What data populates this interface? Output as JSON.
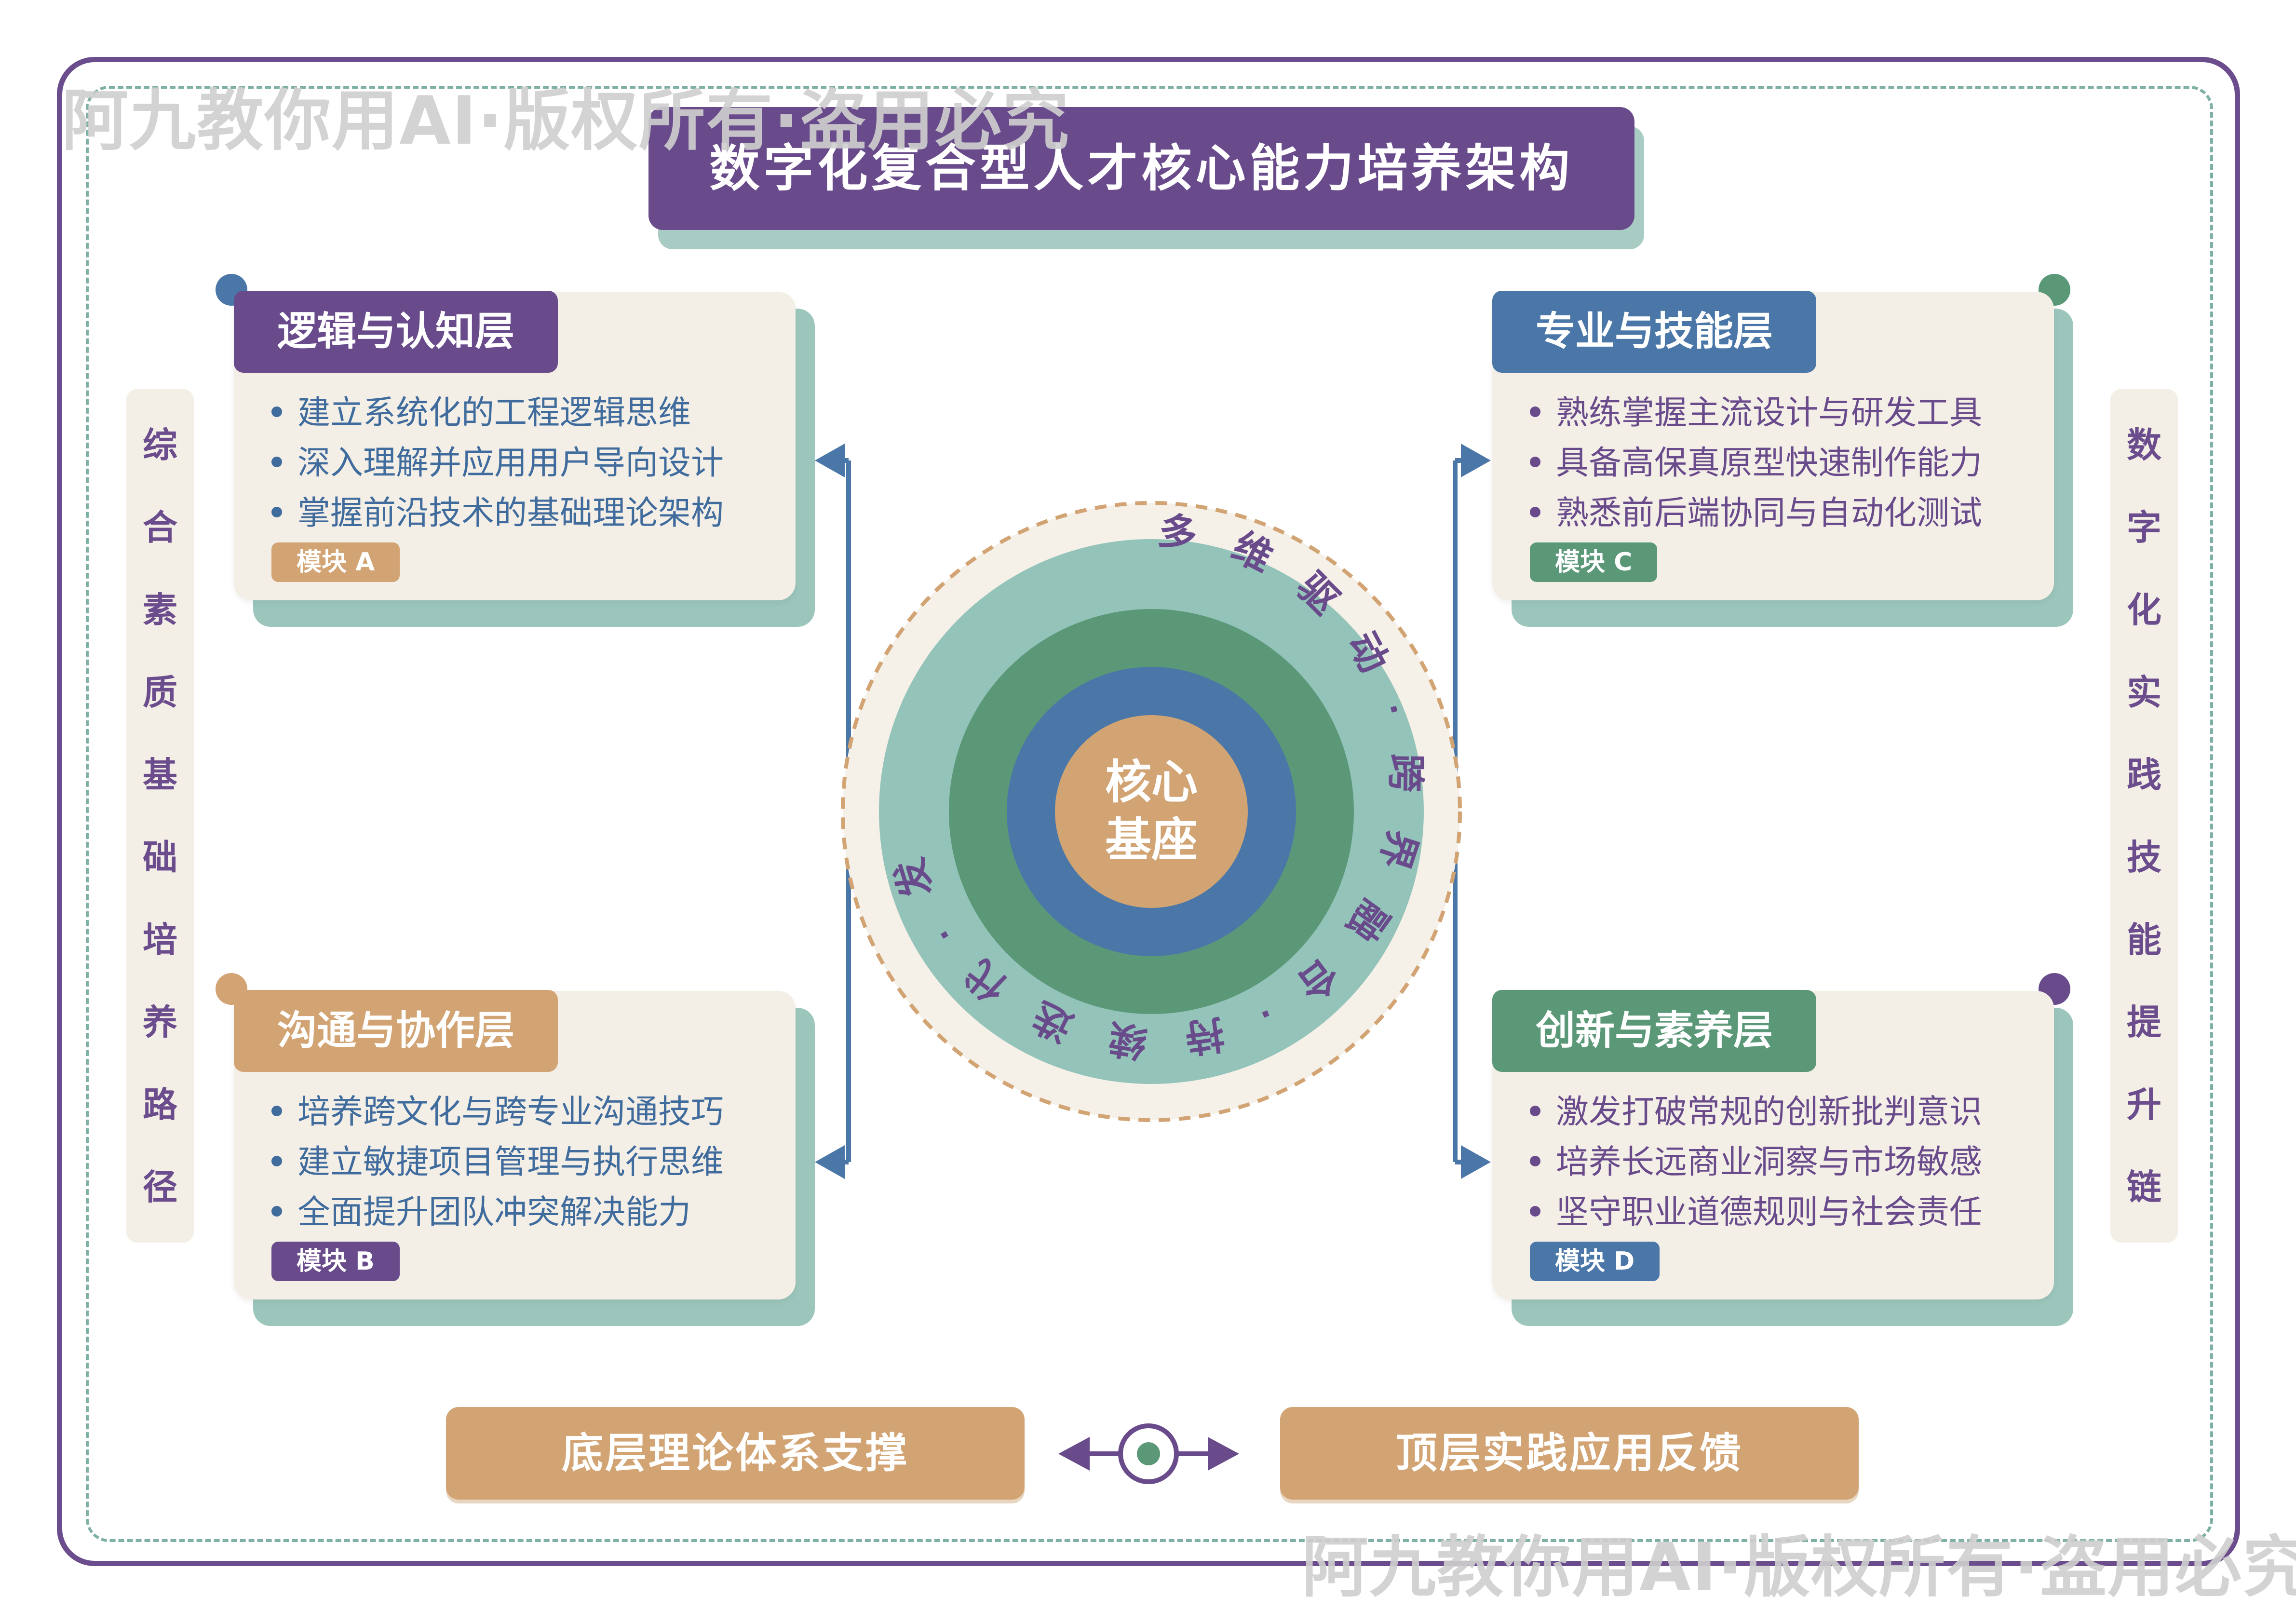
{
  "watermark": "阿九教你用AI·版权所有·盗用必究",
  "title": "数字化复合型人才核心能力培养架构",
  "left_banner": [
    "综",
    "合",
    "素",
    "质",
    "基",
    "础",
    "培",
    "养",
    "路",
    "径"
  ],
  "right_banner": [
    "数",
    "字",
    "化",
    "实",
    "践",
    "技",
    "能",
    "提",
    "升",
    "链"
  ],
  "cards": {
    "logic": {
      "title": "逻辑与认知层",
      "items": [
        "建立系统化的工程逻辑思维",
        "深入理解并应用用户导向设计",
        "掌握前沿技术的基础理论架构"
      ],
      "badge": "模块 A"
    },
    "skill": {
      "title": "专业与技能层",
      "items": [
        "熟练掌握主流设计与研发工具",
        "具备高保真原型快速制作能力",
        "熟悉前后端协同与自动化测试"
      ],
      "badge": "模块 C"
    },
    "comm": {
      "title": "沟通与协作层",
      "items": [
        "培养跨文化与跨专业沟通技巧",
        "建立敏捷项目管理与执行思维",
        "全面提升团队冲突解决能力"
      ],
      "badge": "模块 B"
    },
    "innov": {
      "title": "创新与素养层",
      "items": [
        "激发打破常规的创新批判意识",
        "培养长远商业洞察与市场敏感",
        "坚守职业道德规则与社会责任"
      ],
      "badge": "模块 D"
    }
  },
  "core": {
    "line1": "核心",
    "line2": "基座"
  },
  "ring_text": "多维驱动·跨界融合·持续迭代·发",
  "bottom": {
    "left": "底层理论体系支撑",
    "right": "顶层实践应用反馈"
  },
  "colors": {
    "purple": "#694b8c",
    "blue": "#4a77a8",
    "green": "#5a9878",
    "tan": "#d2a373",
    "teal_light": "#9cc6bc",
    "cream": "#f3eee6"
  }
}
